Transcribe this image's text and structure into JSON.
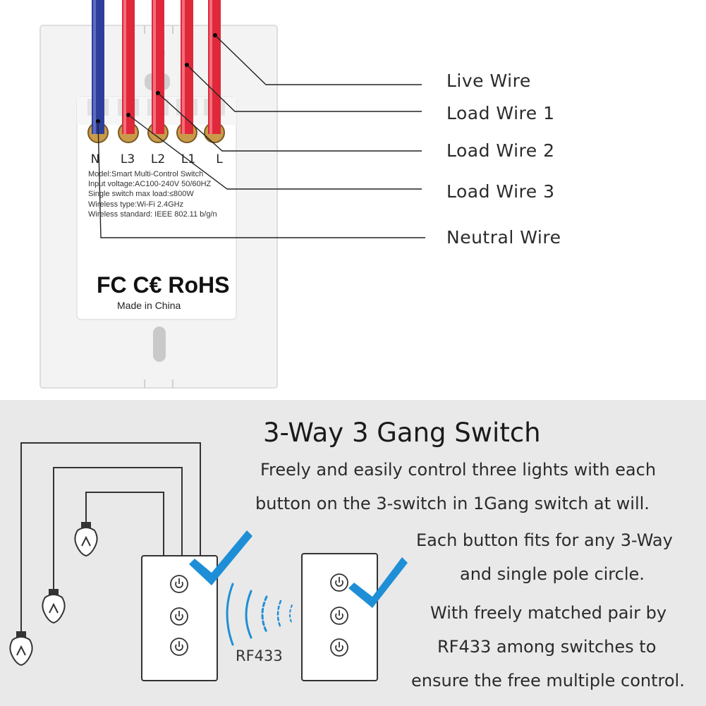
{
  "wire_labels": {
    "live": "Live Wire",
    "load1": "Load Wire 1",
    "load2": "Load Wire 2",
    "load3": "Load Wire 3",
    "neutral": "Neutral Wire"
  },
  "terminals": [
    "N",
    "L3",
    "L2",
    "L1",
    "L"
  ],
  "module_specs": {
    "model": "Model:Smart Multi-Control Switch",
    "voltage": "Input voltage:AC100-240V 50/60HZ",
    "load": "Single switch max load:≤800W",
    "wireless_type": "Wireless type:Wi-Fi 2.4GHz",
    "wireless_standard": "Wireless standard: IEEE 802.11 b/g/n"
  },
  "certifications": "FC C€ RoHS",
  "made_in": "Made in China",
  "heading": "3-Way 3 Gang Switch",
  "description": {
    "line1": "Freely and easily control three lights with each",
    "line2": "button on the 3-switch in 1Gang switch at will.",
    "line3": "Each button fits for any 3-Way",
    "line4": "and single pole circle.",
    "line5": "With freely matched pair by",
    "line6": "RF433 among switches to",
    "line7": "ensure the free multiple control."
  },
  "rf_label": "RF433",
  "colors": {
    "neutral_wire": "#2d3f9a",
    "live_wire": "#e0283a",
    "check_mark": "#1e8fd6",
    "bottom_panel": "#e9e9e9"
  },
  "icons": [
    "power-icon",
    "check-icon",
    "light-bulb-icon",
    "rf-wave-icon"
  ]
}
